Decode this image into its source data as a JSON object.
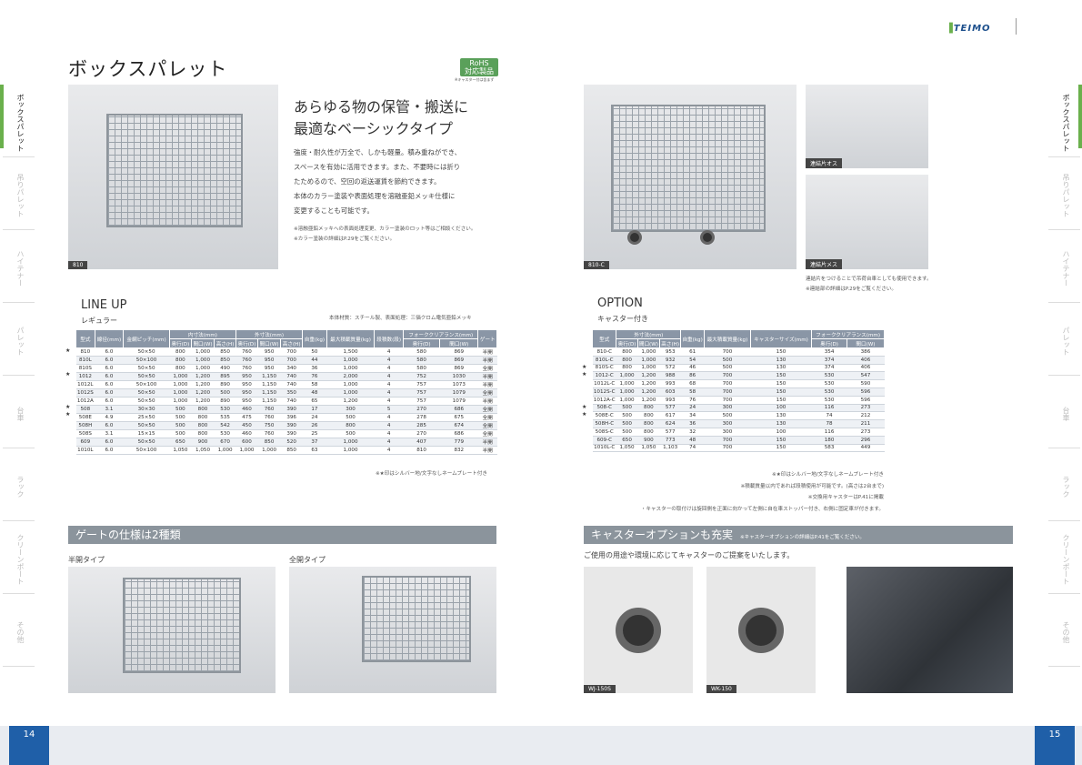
{
  "title": "ボックスパレット",
  "rohs": {
    "top": "RoHS",
    "bottom": "対応製品",
    "note": "※キャスター付は含まず"
  },
  "photo_main_label": "810",
  "photo_c_label": "810-C",
  "headline": [
    "あらゆる物の保管・搬送に",
    "最適なベーシックタイプ"
  ],
  "body": [
    "強度・耐久性が万全で、しかも軽量。積み重ねができ、",
    "スペースを有効に活用できます。また、不要時には折り",
    "たためるので、空回の返送運賃を節約できます。",
    "本体のカラー塗装や表面処理を溶融亜鉛メッキ仕様に",
    "変更することも可能です。"
  ],
  "body_notes": [
    "※溶融亜鉛メッキへの表面処理変更、カラー塗装のロット等はご相談ください。",
    "※カラー塗装の詳細はP.29をご覧ください。"
  ],
  "gate_labels": {
    "single": "連結片オス",
    "double": "連結片メス"
  },
  "gate_note": [
    "連結片をつけることで吊荷台車としても使用できます。",
    "※連結部の詳細はP.29をご覧ください。"
  ],
  "lineup": {
    "heading": "LINE UP",
    "sub": "レギュラー",
    "material": "本体材質：スチール製、表面処理：三価クロム電気亜鉛メッキ",
    "group_headers": {
      "inner": "内寸法(mm)",
      "outer": "外寸法(mm)",
      "fork": "フォーククリアランス(mm)"
    },
    "headers": [
      "型式",
      "線径(mm)",
      "金網ピッチ(mm)",
      "奥行(D)",
      "間口(W)",
      "高さ(H)",
      "奥行(D)",
      "間口(W)",
      "高さ(H)",
      "自重(kg)",
      "最大積載質量(kg)",
      "段積数(段)",
      "奥行(D)",
      "間口(W)",
      "ゲート"
    ],
    "rows": [
      [
        "810",
        "6.0",
        "50×50",
        "800",
        "1,000",
        "850",
        "760",
        "950",
        "700",
        "50",
        "1,500",
        "4",
        "580",
        "869",
        "半開"
      ],
      [
        "810L",
        "6.0",
        "50×100",
        "800",
        "1,000",
        "850",
        "760",
        "950",
        "700",
        "44",
        "1,000",
        "4",
        "580",
        "869",
        "半開"
      ],
      [
        "810S",
        "6.0",
        "50×50",
        "800",
        "1,000",
        "490",
        "760",
        "950",
        "340",
        "36",
        "1,000",
        "4",
        "580",
        "869",
        "全開"
      ],
      [
        "1012",
        "6.0",
        "50×50",
        "1,000",
        "1,200",
        "895",
        "950",
        "1,150",
        "740",
        "76",
        "2,000",
        "4",
        "752",
        "1030",
        "半開"
      ],
      [
        "1012L",
        "6.0",
        "50×100",
        "1,000",
        "1,200",
        "890",
        "950",
        "1,150",
        "740",
        "58",
        "1,000",
        "4",
        "757",
        "1073",
        "半開"
      ],
      [
        "1012S",
        "6.0",
        "50×50",
        "1,000",
        "1,200",
        "500",
        "950",
        "1,150",
        "350",
        "48",
        "1,000",
        "4",
        "757",
        "1079",
        "全開"
      ],
      [
        "1012A",
        "6.0",
        "50×50",
        "1,000",
        "1,200",
        "890",
        "950",
        "1,150",
        "740",
        "65",
        "1,200",
        "4",
        "757",
        "1079",
        "半開"
      ],
      [
        "508",
        "3.1",
        "30×30",
        "500",
        "800",
        "530",
        "460",
        "760",
        "390",
        "17",
        "300",
        "5",
        "270",
        "686",
        "全開"
      ],
      [
        "508E",
        "4.9",
        "25×50",
        "500",
        "800",
        "535",
        "475",
        "760",
        "396",
        "24",
        "500",
        "4",
        "278",
        "675",
        "全開"
      ],
      [
        "508H",
        "6.0",
        "50×50",
        "500",
        "800",
        "542",
        "450",
        "750",
        "390",
        "26",
        "800",
        "4",
        "285",
        "674",
        "全開"
      ],
      [
        "508S",
        "3.1",
        "15×15",
        "500",
        "800",
        "530",
        "460",
        "760",
        "390",
        "25",
        "500",
        "4",
        "270",
        "686",
        "全開"
      ],
      [
        "609",
        "6.0",
        "50×50",
        "650",
        "900",
        "670",
        "600",
        "850",
        "520",
        "37",
        "1,000",
        "4",
        "407",
        "779",
        "半開"
      ],
      [
        "1010L",
        "6.0",
        "50×100",
        "1,050",
        "1,050",
        "1,000",
        "1,000",
        "1,000",
        "850",
        "63",
        "1,000",
        "4",
        "810",
        "832",
        "半開"
      ]
    ],
    "stars": [
      "810",
      "1012",
      "508",
      "508E"
    ],
    "note": "※★印はシルバー地/文字なしネームプレート付き"
  },
  "option": {
    "heading": "OPTION",
    "sub": "キャスター付き",
    "group_headers": {
      "outer": "外寸法(mm)",
      "fork": "フォーククリアランス(mm)"
    },
    "headers": [
      "型式",
      "奥行(D)",
      "間口(W)",
      "高さ(H)",
      "自重(kg)",
      "最大積載質量(kg)",
      "キャスターサイズ(mm)",
      "奥行(D)",
      "間口(W)"
    ],
    "rows": [
      [
        "810-C",
        "800",
        "1,000",
        "953",
        "61",
        "700",
        "150",
        "354",
        "386"
      ],
      [
        "810L-C",
        "800",
        "1,000",
        "932",
        "54",
        "500",
        "130",
        "374",
        "406"
      ],
      [
        "810S-C",
        "800",
        "1,000",
        "572",
        "46",
        "500",
        "130",
        "374",
        "406"
      ],
      [
        "1012-C",
        "1,000",
        "1,200",
        "988",
        "86",
        "700",
        "150",
        "530",
        "547"
      ],
      [
        "1012L-C",
        "1,000",
        "1,200",
        "993",
        "68",
        "700",
        "150",
        "530",
        "590"
      ],
      [
        "1012S-C",
        "1,000",
        "1,200",
        "603",
        "58",
        "700",
        "150",
        "530",
        "596"
      ],
      [
        "1012A-C",
        "1,000",
        "1,200",
        "993",
        "76",
        "700",
        "150",
        "530",
        "596"
      ],
      [
        "508-C",
        "500",
        "800",
        "577",
        "24",
        "300",
        "100",
        "116",
        "273"
      ],
      [
        "508E-C",
        "500",
        "800",
        "617",
        "34",
        "500",
        "130",
        "74",
        "212"
      ],
      [
        "508H-C",
        "500",
        "800",
        "624",
        "36",
        "300",
        "130",
        "78",
        "211"
      ],
      [
        "508S-C",
        "500",
        "800",
        "577",
        "32",
        "300",
        "100",
        "116",
        "273"
      ],
      [
        "609-C",
        "650",
        "900",
        "773",
        "48",
        "700",
        "150",
        "180",
        "296"
      ],
      [
        "1010L-C",
        "1,050",
        "1,050",
        "1,103",
        "74",
        "700",
        "150",
        "583",
        "449"
      ]
    ],
    "stars": [
      "810S-C",
      "1012-C",
      "508-C",
      "508E-C"
    ],
    "notes": [
      "※★印はシルバー地/文字なしネームプレート付き",
      "※積載質量以内であれば段積使用が可能です。(高さは2台まで)",
      "※交換用キャスターはP.41に掲載",
      "・キャスターの取付けは旋回側を正面に向かって左側に自在車ストッパー付き、右側に固定車が付きます。"
    ]
  },
  "gate_bar": "ゲートの仕様は2種類",
  "gate_types": [
    "半開タイプ",
    "全開タイプ"
  ],
  "caster_bar": "キャスターオプションも充実",
  "caster_bar_note": "※キャスターオプションの詳細はP.41をご覧ください。",
  "caster_text": "ご使用の用途や環境に応じてキャスターのご提案をいたします。",
  "caster_labels": [
    "WJ-150S",
    "WK-150"
  ],
  "side_tabs": [
    "ボックスパレット",
    "吊りパレット",
    "ハイテナー",
    "パレット",
    "台車",
    "ラック",
    "クリーンポート",
    "その他"
  ],
  "logo": "TEIMO",
  "page_left": "14",
  "page_right": "15"
}
